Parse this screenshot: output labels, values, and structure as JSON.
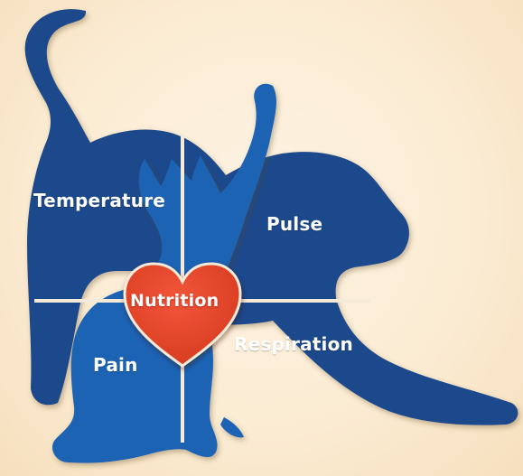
{
  "diagram": {
    "center_label": "Nutrition",
    "quadrants": {
      "top_left": "Temperature",
      "top_right": "Pulse",
      "bottom_right": "Respiration",
      "bottom_left": "Pain"
    }
  },
  "colors": {
    "background": "#fbebd2",
    "dog": "#1a4a8c",
    "cat": "#1a64b4",
    "heart": "#e8412a",
    "divider": "#f5ead8"
  },
  "icons": [
    "dog-silhouette-icon",
    "cat-silhouette-icon",
    "heart-icon"
  ]
}
